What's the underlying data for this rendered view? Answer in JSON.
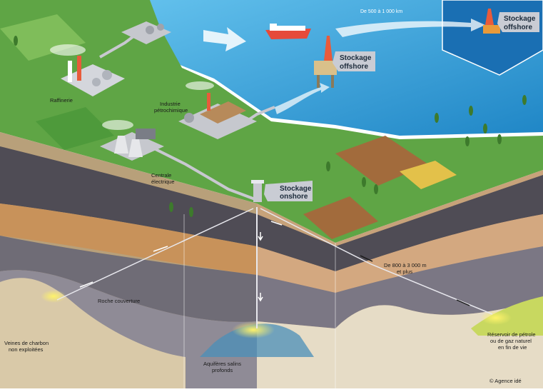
{
  "labels": {
    "raffinerie": "Raffinerie",
    "industrie_1": "Industrie",
    "industrie_2": "pétrochimique",
    "centrale_1": "Centrale",
    "centrale_2": "électrique",
    "stockage_onshore_1": "Stockage",
    "stockage_onshore_2": "onshore",
    "stockage_offshore_1": "Stockage",
    "stockage_offshore_2": "offshore",
    "stockage_offshore_far_1": "Stockage",
    "stockage_offshore_far_2": "offshore",
    "distance": "De 500 à 1 000 km",
    "depth_1": "De 800 à 3 000 m",
    "depth_2": "et plus",
    "roche": "Roche couverture",
    "charbon_1": "Veines de charbon",
    "charbon_2": "non exploitées",
    "aquiferes_1": "Aquifères salins",
    "aquiferes_2": "profonds",
    "reservoir_1": "Réservoir de pétrole",
    "reservoir_2": "ou de gaz naturel",
    "reservoir_3": "en fin de vie",
    "copyright": "© Agence idé"
  },
  "colors": {
    "sea": "#3aa6dc",
    "grass": "#5fa545",
    "grass_light": "#7fbd5a",
    "soil_dark": "#5c5a63",
    "soil_tan": "#d8b98a",
    "soil_orange": "#c8925a",
    "callout": "#c9ccd4"
  }
}
